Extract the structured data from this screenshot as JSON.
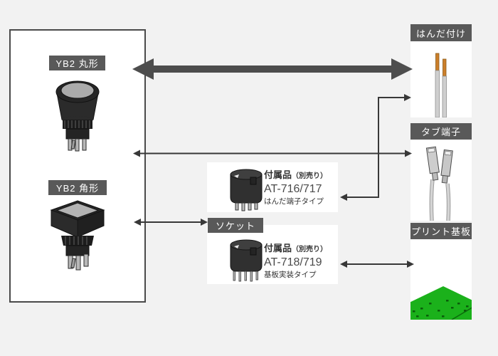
{
  "left_panel": {
    "products": [
      {
        "label": "YB2 丸形",
        "illustration": "round-pushbutton-switch"
      },
      {
        "label": "YB2 角形",
        "illustration": "square-pushbutton-switch"
      }
    ]
  },
  "accessories": {
    "socket_label": "ソケット",
    "items": [
      {
        "name": "付属品",
        "name_note": "（別売り）",
        "model": "AT-716/717",
        "type": "はんだ端子タイプ",
        "illustration": "socket"
      },
      {
        "name": "付属品",
        "name_note": "（別売り）",
        "model": "AT-718/719",
        "type": "基板実装タイプ",
        "illustration": "socket"
      }
    ]
  },
  "termination_methods": [
    {
      "label": "はんだ付け",
      "illustration": "solder-wires"
    },
    {
      "label": "タブ端子",
      "illustration": "tab-terminals"
    },
    {
      "label": "プリント基板",
      "illustration": "printed-circuit-board"
    }
  ],
  "colors": {
    "background": "#f2f2f2",
    "badge_gray": "#595959",
    "box_border": "#4a4a4a",
    "arrow_dark": "#4d4d4d",
    "wire_orange": "#cc7f2a",
    "pcb_green": "#1bb11b"
  }
}
